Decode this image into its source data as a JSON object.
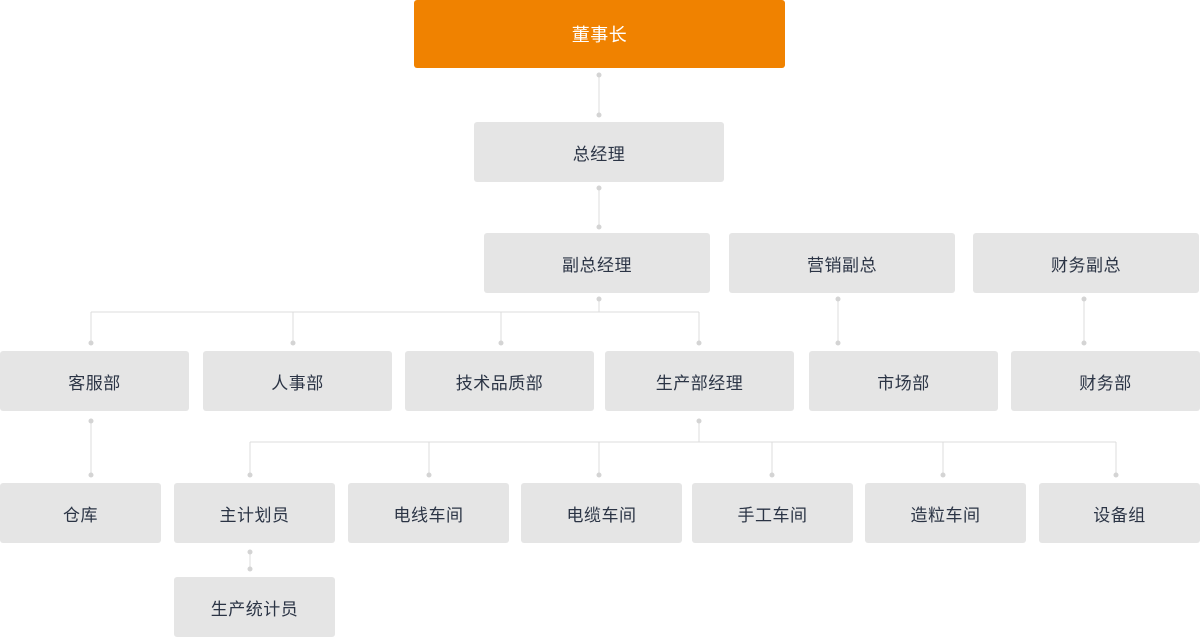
{
  "org_chart": {
    "chairman": "董事长",
    "general_manager": "总经理",
    "deputy_gm": "副总经理",
    "marketing_vp": "营销副总",
    "finance_vp": "财务副总",
    "customer_service_dept": "客服部",
    "hr_dept": "人事部",
    "tech_quality_dept": "技术品质部",
    "production_manager": "生产部经理",
    "market_dept": "市场部",
    "finance_dept": "财务部",
    "warehouse": "仓库",
    "master_planner": "主计划员",
    "wire_workshop": "电线车间",
    "cable_workshop": "电缆车间",
    "manual_workshop": "手工车间",
    "granulation_workshop": "造粒车间",
    "equipment_group": "设备组",
    "production_statistician": "生产统计员"
  },
  "colors": {
    "accent": "#f08200",
    "node_bg": "#e5e5e5",
    "node_text": "#2b3445",
    "connector": "#dcdcdc"
  }
}
